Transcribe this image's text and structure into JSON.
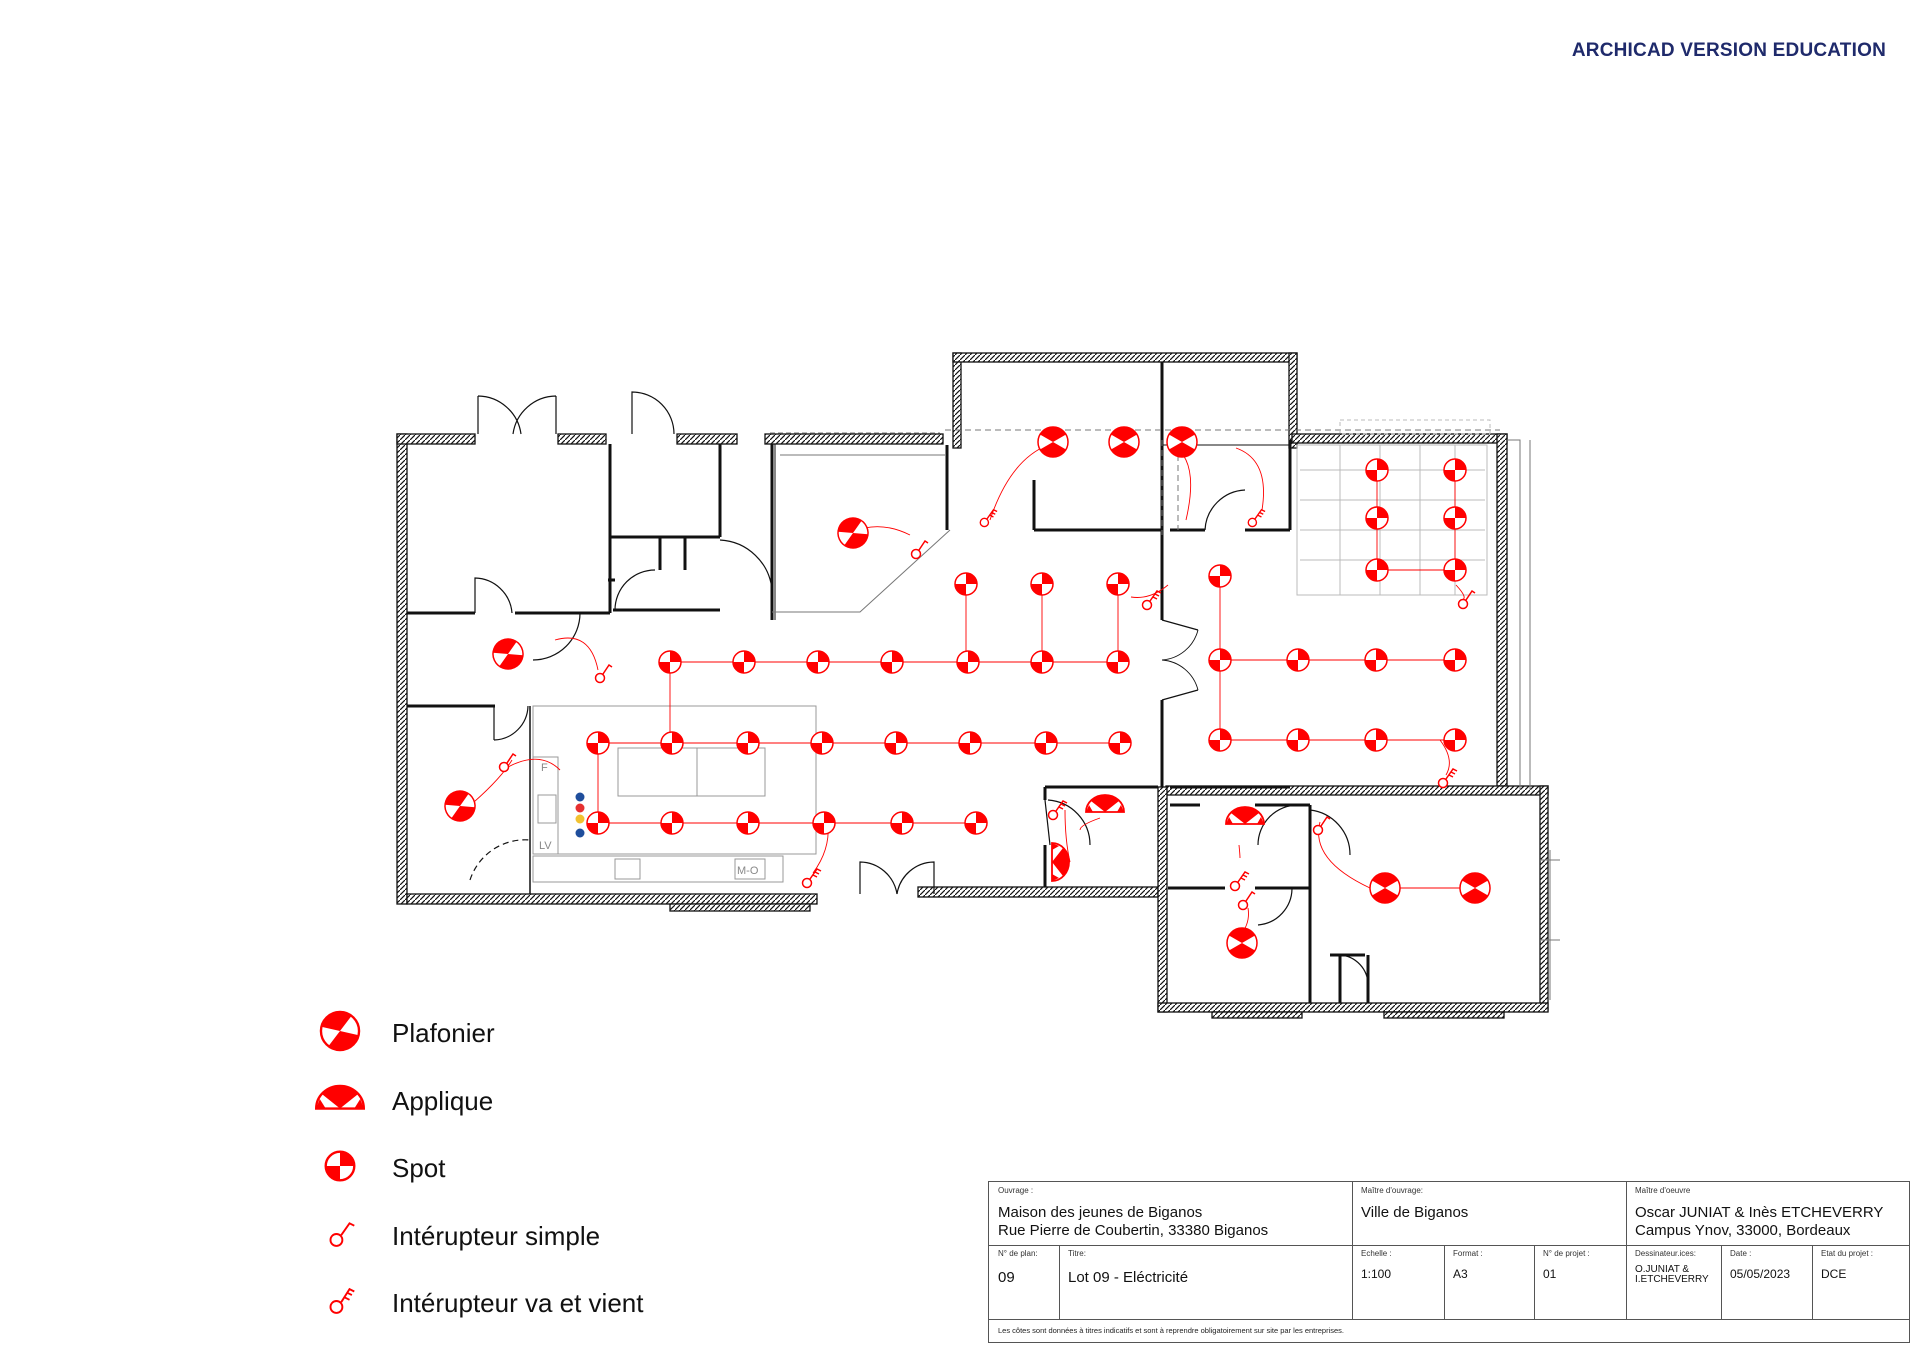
{
  "watermark": "ARCHICAD VERSION EDUCATION",
  "colors": {
    "fixture": "#ff0000",
    "wall": "#111111",
    "watermark": "#1f2a6b"
  },
  "legend": [
    {
      "icon": "plafonier-icon",
      "label": "Plafonier"
    },
    {
      "icon": "applique-icon",
      "label": "Applique"
    },
    {
      "icon": "spot-icon",
      "label": "Spot"
    },
    {
      "icon": "interrupteur-simple-icon",
      "label": "Intérupteur simple"
    },
    {
      "icon": "interrupteur-va-et-vient-icon",
      "label": "Intérupteur va et vient"
    }
  ],
  "plan_labels": {
    "fridge": "F",
    "sink": "LV",
    "microwave": "M-O"
  },
  "title_block": {
    "ouvrage_label": "Ouvrage :",
    "ouvrage_line1": "Maison des jeunes de Biganos",
    "ouvrage_line2": "Rue Pierre de Coubertin, 33380 Biganos",
    "maitre_ouvrage_label": "Maître d'ouvrage:",
    "maitre_ouvrage": "Ville de Biganos",
    "maitre_oeuvre_label": "Maître d'oeuvre",
    "maitre_oeuvre_line1": "Oscar JUNIAT & Inès ETCHEVERRY",
    "maitre_oeuvre_line2": "Campus Ynov, 33000, Bordeaux",
    "plan_no_label": "N° de plan:",
    "plan_no": "09",
    "titre_label": "Titre:",
    "titre": "Lot 09 - Eléctricité",
    "echelle_label": "Echelle :",
    "echelle": "1:100",
    "format_label": "Format :",
    "format": "A3",
    "projet_label": "N° de projet :",
    "projet": "01",
    "dessinateurs_label": "Dessinateur.ices:",
    "dessinateurs": "O.JUNIAT & I.ETCHEVERRY",
    "date_label": "Date :",
    "date": "05/05/2023",
    "etat_label": "Etat du projet :",
    "etat": "DCE",
    "footnote": "Les côtes sont données à titres indicatifs et sont à reprendre obligatoirement sur site par les entreprises."
  }
}
